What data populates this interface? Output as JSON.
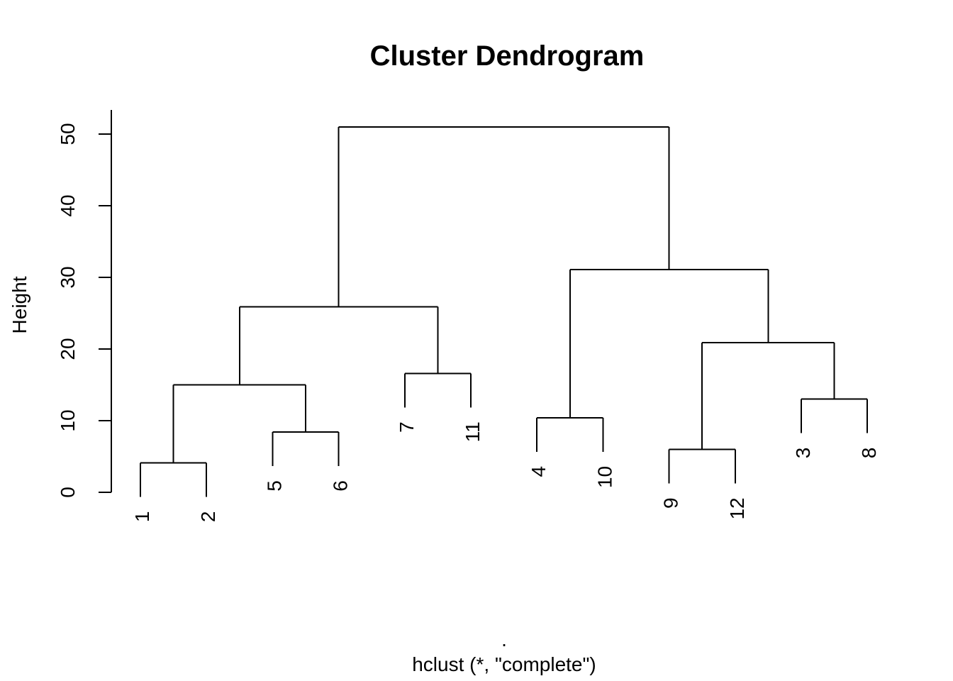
{
  "chart_data": {
    "type": "dendrogram",
    "title": "Cluster Dendrogram",
    "ylabel": "Height",
    "xlabel": ".",
    "subtitle": "hclust (*, \"complete\")",
    "yticks": [
      0,
      10,
      20,
      30,
      40,
      50
    ],
    "ylim": [
      0,
      51
    ],
    "leaf_order": [
      "1",
      "2",
      "5",
      "6",
      "7",
      "11",
      "4",
      "10",
      "9",
      "12",
      "3",
      "8"
    ],
    "merges": [
      {
        "cluster": "(1,2)",
        "height": 4.1
      },
      {
        "cluster": "(5,6)",
        "height": 8.4
      },
      {
        "cluster": "(9,12)",
        "height": 6.0
      },
      {
        "cluster": "(4,10)",
        "height": 10.4
      },
      {
        "cluster": "(3,8)",
        "height": 13.0
      },
      {
        "cluster": "((1,2),(5,6))",
        "height": 15.0
      },
      {
        "cluster": "(7,11)",
        "height": 16.6
      },
      {
        "cluster": "((9,12),(3,8))",
        "height": 20.9
      },
      {
        "cluster": "(((1,2),(5,6)),(7,11))",
        "height": 25.9
      },
      {
        "cluster": "((4,10),((9,12),(3,8)))",
        "height": 31.1
      },
      {
        "cluster": "root",
        "height": 51.0
      }
    ],
    "tree": {
      "h": 51.0,
      "children": [
        {
          "h": 25.9,
          "children": [
            {
              "h": 15.0,
              "children": [
                {
                  "h": 4.1,
                  "children": [
                    {
                      "leaf": "1"
                    },
                    {
                      "leaf": "2"
                    }
                  ]
                },
                {
                  "h": 8.4,
                  "children": [
                    {
                      "leaf": "5"
                    },
                    {
                      "leaf": "6"
                    }
                  ]
                }
              ]
            },
            {
              "h": 16.6,
              "children": [
                {
                  "leaf": "7"
                },
                {
                  "leaf": "11"
                }
              ]
            }
          ]
        },
        {
          "h": 31.1,
          "children": [
            {
              "h": 10.4,
              "children": [
                {
                  "leaf": "4"
                },
                {
                  "leaf": "10"
                }
              ]
            },
            {
              "h": 20.9,
              "children": [
                {
                  "h": 6.0,
                  "children": [
                    {
                      "leaf": "9"
                    },
                    {
                      "leaf": "12"
                    }
                  ]
                },
                {
                  "h": 13.0,
                  "children": [
                    {
                      "leaf": "3"
                    },
                    {
                      "leaf": "8"
                    }
                  ]
                }
              ]
            }
          ]
        }
      ]
    },
    "line_color": "#000000",
    "text_color": "#000000",
    "background": "#ffffff"
  }
}
